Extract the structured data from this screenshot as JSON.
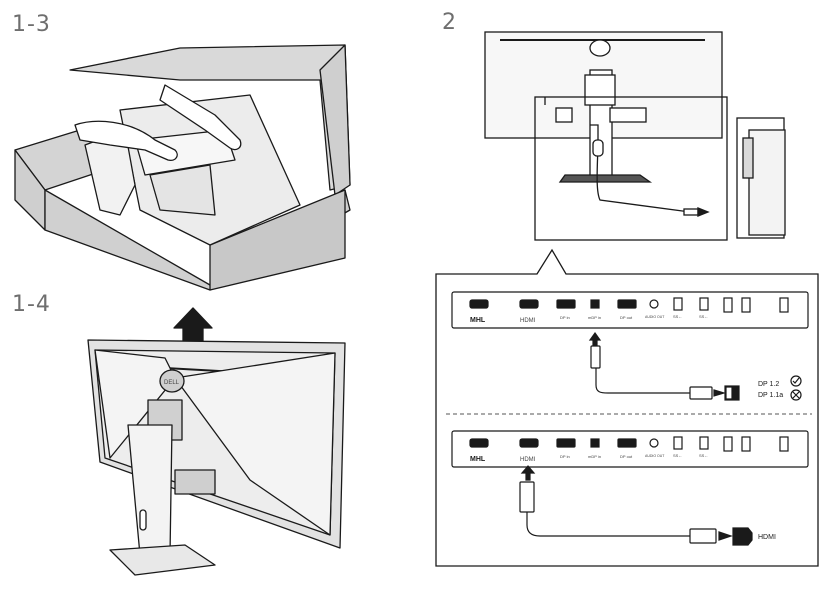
{
  "steps": {
    "step_1_3": "1-3",
    "step_1_4": "1-4",
    "step_2": "2"
  },
  "ports": {
    "mhl": "MHL",
    "hdmi": "HDMI",
    "dp_in": "DP in",
    "mdp_in": "mDP in",
    "dp_out": "DP out",
    "audio": "AUDIO OUT",
    "usb_ss": "SS←"
  },
  "connections": {
    "dp_versions": [
      "DP 1.2",
      "DP 1.1a"
    ],
    "hdmi_label": "HDMI"
  },
  "monitor": {
    "brand": "DELL"
  },
  "colors": {
    "line": "#1a1a1a",
    "panel_gray": "#d9d9d9",
    "label_gray": "#6e6e6e"
  }
}
